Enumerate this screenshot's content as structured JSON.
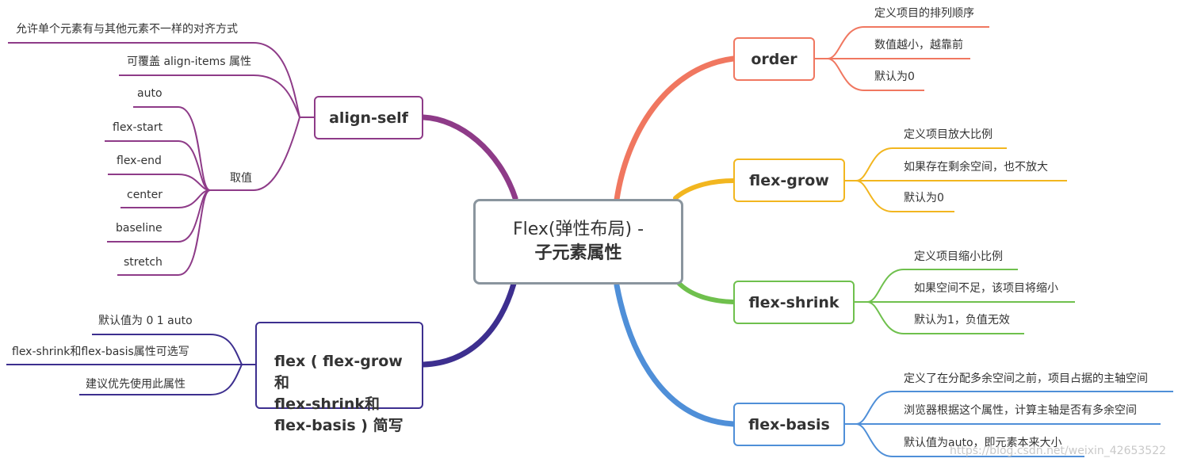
{
  "root": {
    "line1": "Flex(弹性布局) -",
    "line2": "子元素属性"
  },
  "colors": {
    "order": "#f07760",
    "grow": "#f2b61f",
    "shrink": "#6fc04d",
    "basis": "#4f8fd8",
    "align": "#8e3b88",
    "flex": "#3d2f8f",
    "root_border": "#8a959e"
  },
  "order": {
    "title": "order",
    "items": [
      "定义项目的排列顺序",
      "数值越小，越靠前",
      "默认为0"
    ]
  },
  "grow": {
    "title": "flex-grow",
    "items": [
      "定义项目放大比例",
      "如果存在剩余空间，也不放大",
      "默认为0"
    ]
  },
  "shrink": {
    "title": "flex-shrink",
    "items": [
      "定义项目缩小比例",
      "如果空间不足，该项目将缩小",
      "默认为1，负值无效"
    ]
  },
  "basis": {
    "title": "flex-basis",
    "items": [
      "定义了在分配多余空间之前，项目占据的主轴空间",
      "浏览器根据这个属性，计算主轴是否有多余空间",
      "默认值为auto，即元素本来大小"
    ]
  },
  "align": {
    "title": "align-self",
    "items": [
      "允许单个元素有与其他元素不一样的对齐方式",
      "可覆盖 align-items 属性"
    ],
    "values_label": "取值",
    "values": [
      "auto",
      "flex-start",
      "flex-end",
      "center",
      "baseline",
      "stretch"
    ]
  },
  "flex": {
    "title": "flex ( flex-grow和\nflex-shrink和\nflex-basis ) 简写",
    "items": [
      "默认值为 0 1 auto",
      "flex-shrink和flex-basis属性可选写",
      "建议优先使用此属性"
    ]
  },
  "watermark": "https://blog.csdn.net/weixin_42653522"
}
